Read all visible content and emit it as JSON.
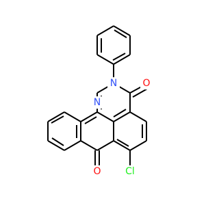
{
  "molecule": {
    "atoms": [
      {
        "label": "N",
        "color": "#3050F8"
      },
      {
        "label": "N",
        "color": "#3050F8"
      },
      {
        "label": "O",
        "color": "#FF0D0D"
      },
      {
        "label": "O",
        "color": "#FF0D0D"
      },
      {
        "label": "Cl",
        "color": "#1FF01F"
      }
    ]
  }
}
